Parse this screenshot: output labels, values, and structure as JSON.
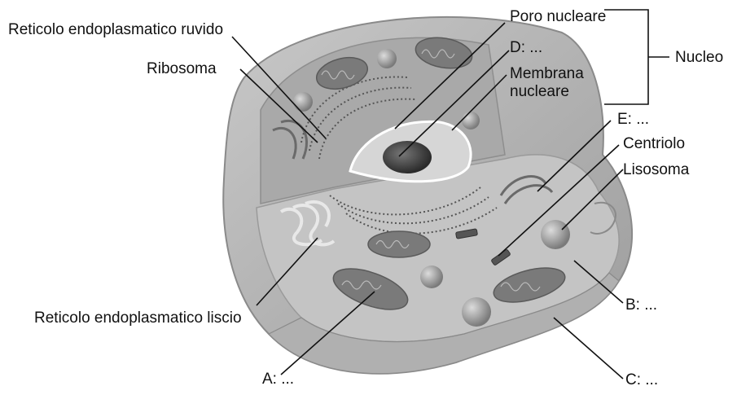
{
  "labels": {
    "rer": "Reticolo endoplasmatico ruvido",
    "ribosoma": "Ribosoma",
    "poro": "Poro nucleare",
    "d": "D: ...",
    "membrana": "Membrana nucleare",
    "nucleo": "Nucleo",
    "e": "E: ...",
    "centriolo": "Centriolo",
    "lisosoma": "Lisosoma",
    "rel": "Reticolo endoplasmatico liscio",
    "b": "B: ...",
    "a": "A: ...",
    "c": "C: ..."
  },
  "colors": {
    "ink": "#111111",
    "cytoplasm": "#bdbdbd",
    "membrane": "#9a9a9a",
    "organelle": "#6f6f6f"
  }
}
